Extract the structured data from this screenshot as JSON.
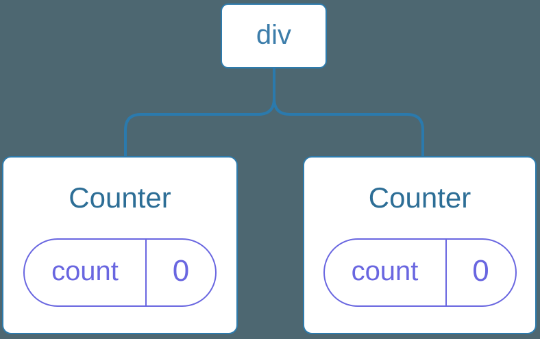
{
  "diagram": {
    "title": "react-state-tree",
    "root": {
      "label": "div"
    },
    "children": [
      {
        "title": "Counter",
        "state_key": "count",
        "state_value": "0"
      },
      {
        "title": "Counter",
        "state_key": "count",
        "state_value": "0"
      }
    ],
    "colors": {
      "background": "#4D6771",
      "connector": "#2B7AAD",
      "node_border": "#2E7BAC",
      "root_label": "#3C7DAA",
      "component_title": "#2D6E96",
      "state_accent": "#6966E0",
      "card_bg": "#FFFFFF"
    }
  }
}
